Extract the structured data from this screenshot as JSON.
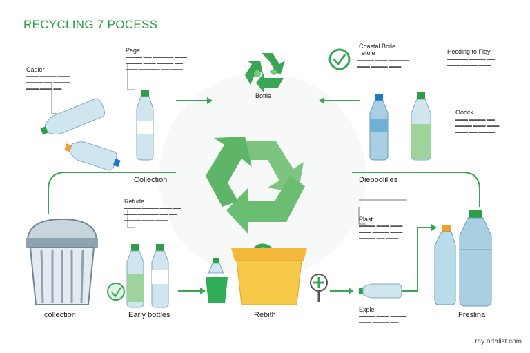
{
  "title": "RECYCLING 7 POCESS",
  "labels": {
    "top_center": "Bottle",
    "left_top_head": "Page",
    "left_far_head": "Cadler",
    "right_top_head": "Coastal Boile",
    "right_top_sub": "etole",
    "right_far_head": "Hecding to Fley",
    "right_mid_head": "Ooock",
    "collection_mid": "Collection",
    "disposal_mid": "Diepoolilies",
    "refuse_head": "Refude",
    "plast_head": "Plast",
    "exple_head": "Exple",
    "bottom_collection": "collection",
    "bottom_early": "Early bottles",
    "bottom_rebith": "Rebith",
    "bottom_freshna": "Freslina"
  },
  "footer": "rey ortalist.com",
  "colors": {
    "accent_green": "#2e9b48",
    "light_green": "#7cc47f",
    "bottle_blue": "#b9dcea",
    "cap_green": "#2f9e4a",
    "bin_yellow": "#f7c948",
    "basket_gray": "#8ea2b0"
  },
  "icons": [
    "recycle-icon-top",
    "recycle-icon-center",
    "check-circle-icon",
    "basket-bin-icon",
    "yellow-bin-icon",
    "magnifier-icon"
  ]
}
